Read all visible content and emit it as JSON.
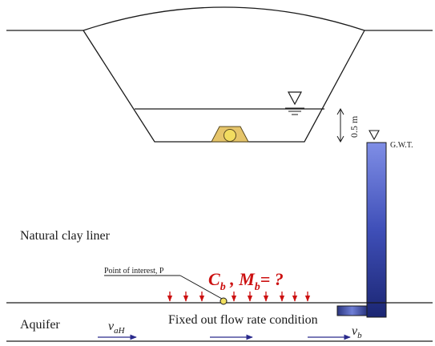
{
  "labels": {
    "depth": "0.5 m",
    "gwt": "G.W.T.",
    "clay_liner": "Natural clay liner",
    "aquifer": "Aquifer",
    "point_of_interest": "Point of interest, P",
    "condition": "Fixed out flow rate condition"
  },
  "formula": {
    "c_main": "C",
    "c_sub": "b",
    "sep": " , ",
    "m_main": "M",
    "m_sub": "b",
    "tail": "= ?"
  },
  "velocities": {
    "v_ah_main": "v",
    "v_ah_sub": "aH",
    "v_b_main": "v",
    "v_b_sub": "b"
  },
  "colors": {
    "line": "#1a1a1a",
    "arrow_blue": "#2a2a8c",
    "load_arrow_red": "#cc1111",
    "formula_red": "#cc1111",
    "well_fill_top": "#7b8ae0",
    "well_fill_bottom": "#1e2a7a",
    "pipe_cover": "#e6c56a",
    "pipe_circle": "#f2dc60"
  },
  "icons": {
    "water_level": "inverted-triangle-water-level-icon",
    "gwt_level": "inverted-triangle-gwt-icon",
    "pipe": "drain-pipe-icon"
  }
}
